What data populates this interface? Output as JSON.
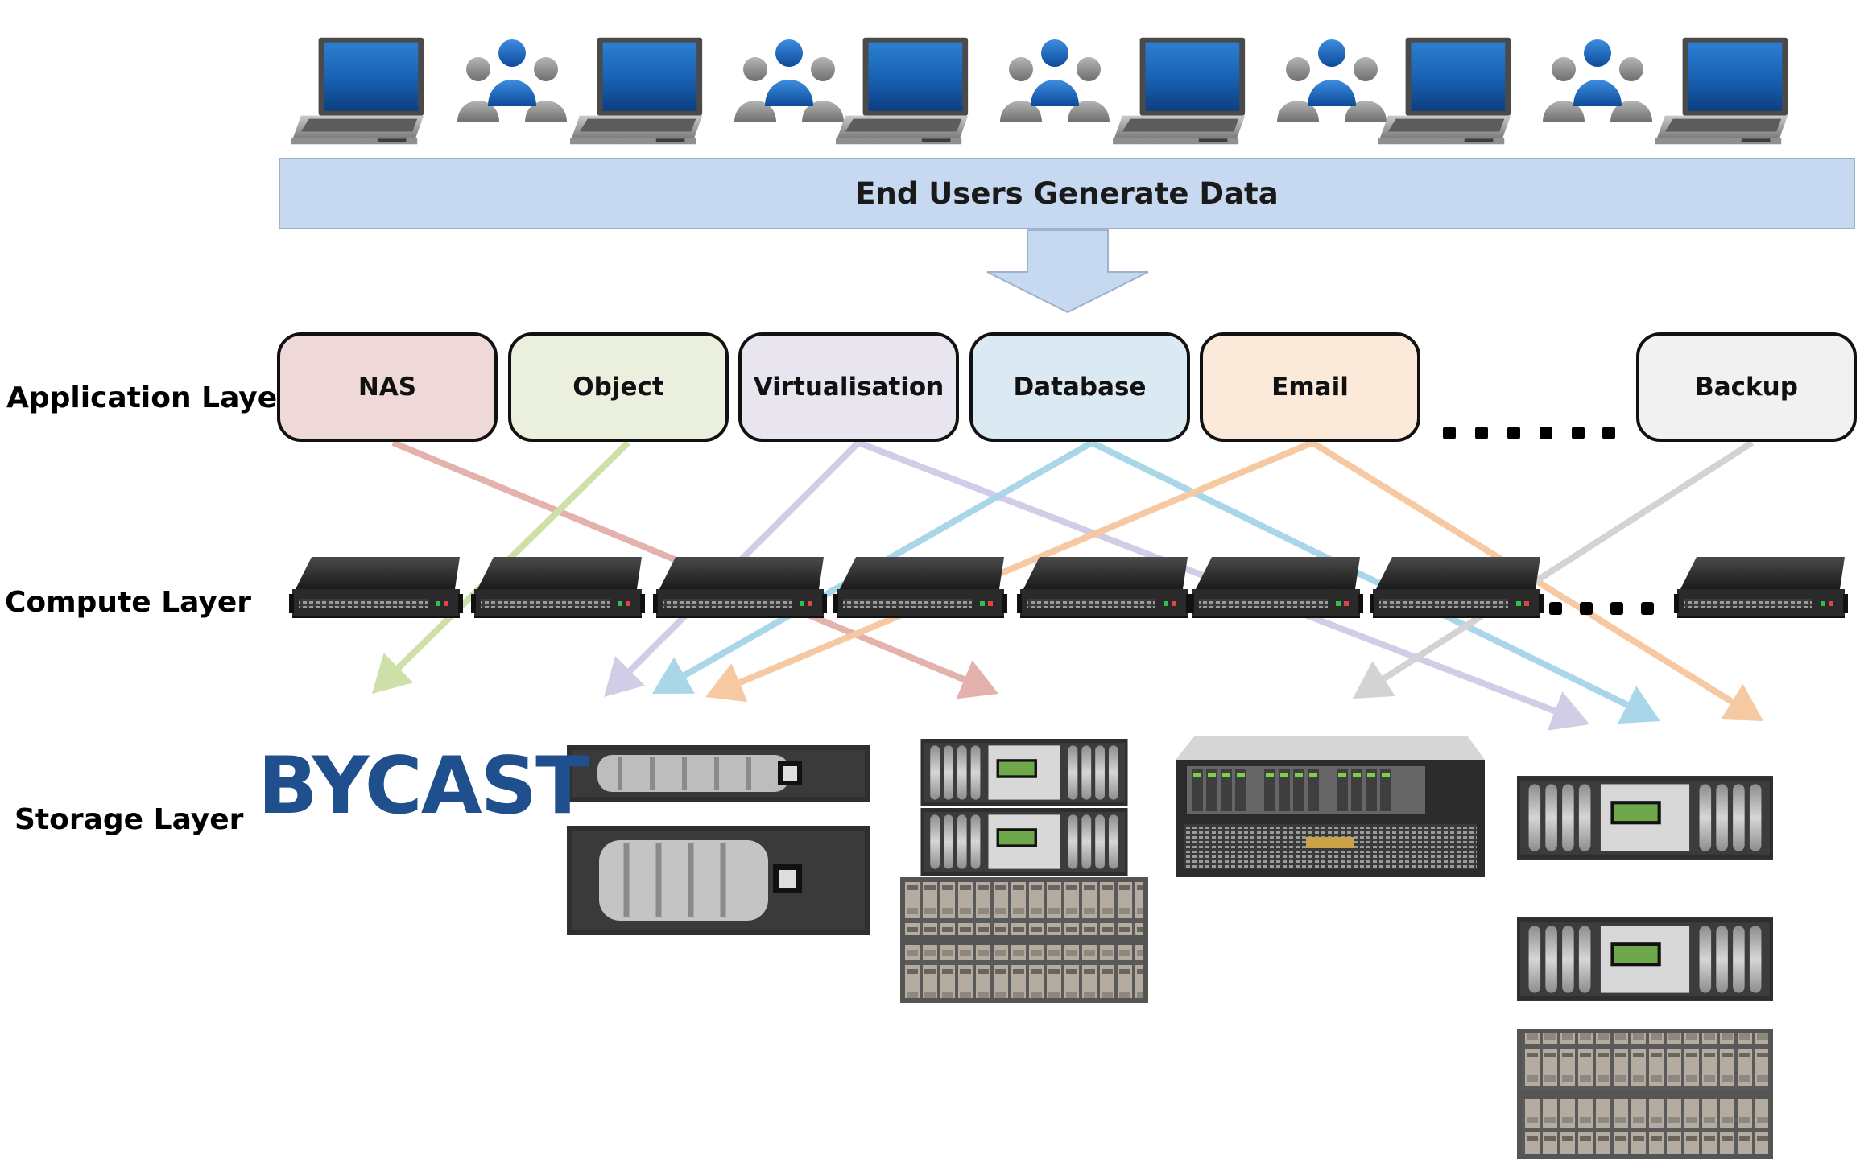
{
  "banner": {
    "text": "End Users Generate Data",
    "color": "#c6d9f0"
  },
  "layers": {
    "application": "Application Layer",
    "compute": "Compute Layer",
    "storage": "Storage Layer"
  },
  "applications": [
    {
      "label": "NAS",
      "fill": "#efd9d8",
      "link": "#e4b1ac"
    },
    {
      "label": "Object",
      "fill": "#ebf0de",
      "link": "#cde0a8"
    },
    {
      "label": "Virtualisation",
      "fill": "#e8e5ee",
      "link": "#d3cce6"
    },
    {
      "label": "Database",
      "fill": "#dbeaf2",
      "link": "#a9d6e8"
    },
    {
      "label": "Email",
      "fill": "#fbe9d9",
      "link": "#f6c9a2"
    },
    {
      "label": "Backup",
      "fill": "#f1f1f1",
      "link": "#d3d3d3"
    }
  ],
  "storage_logo": "BYCAST",
  "icons": [
    "laptop-icon",
    "user-group-icon",
    "rack-server-icon",
    "storage-array-icon",
    "down-arrow-icon"
  ]
}
